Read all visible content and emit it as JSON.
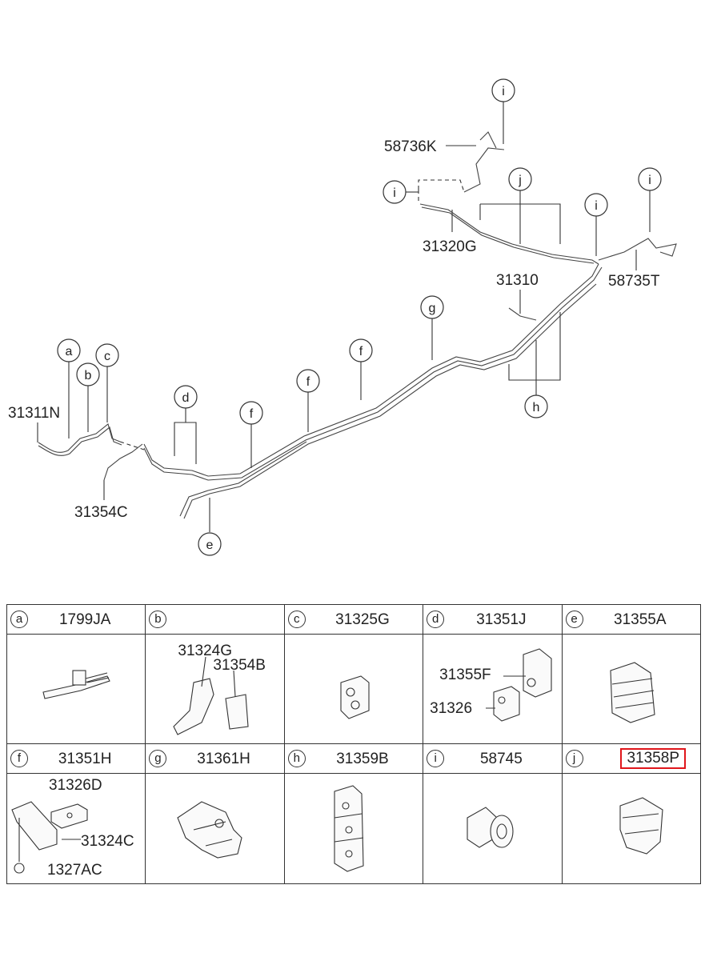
{
  "diagram": {
    "callouts": {
      "i1": "i",
      "i2": "i",
      "i3": "i",
      "i4": "i",
      "j": "j",
      "a": "a",
      "b": "b",
      "c": "c",
      "d": "d",
      "f1": "f",
      "f2": "f",
      "f3": "f",
      "g": "g",
      "h": "h",
      "e": "e"
    },
    "labels": {
      "p58736K": "58736K",
      "p31320G": "31320G",
      "p58735T": "58735T",
      "p31310": "31310",
      "p31311N": "31311N",
      "p31354C": "31354C"
    }
  },
  "table": {
    "row1": [
      {
        "letter": "a",
        "part": "1799JA"
      },
      {
        "letter": "b",
        "part": ""
      },
      {
        "letter": "c",
        "part": "31325G"
      },
      {
        "letter": "d",
        "part": "31351J"
      },
      {
        "letter": "e",
        "part": "31355A"
      }
    ],
    "row2": [
      {
        "letter": "f",
        "part": "31351H"
      },
      {
        "letter": "g",
        "part": "31361H"
      },
      {
        "letter": "h",
        "part": "31359B"
      },
      {
        "letter": "i",
        "part": "58745"
      },
      {
        "letter": "j",
        "part": "31358P"
      }
    ],
    "sublabels": {
      "b_a": "31324G",
      "b_b": "31354B",
      "d_a": "31355F",
      "d_b": "31326",
      "f_a": "31326D",
      "f_b": "31324C",
      "f_c": "1327AC"
    },
    "highlight_color": "#e0161b"
  }
}
